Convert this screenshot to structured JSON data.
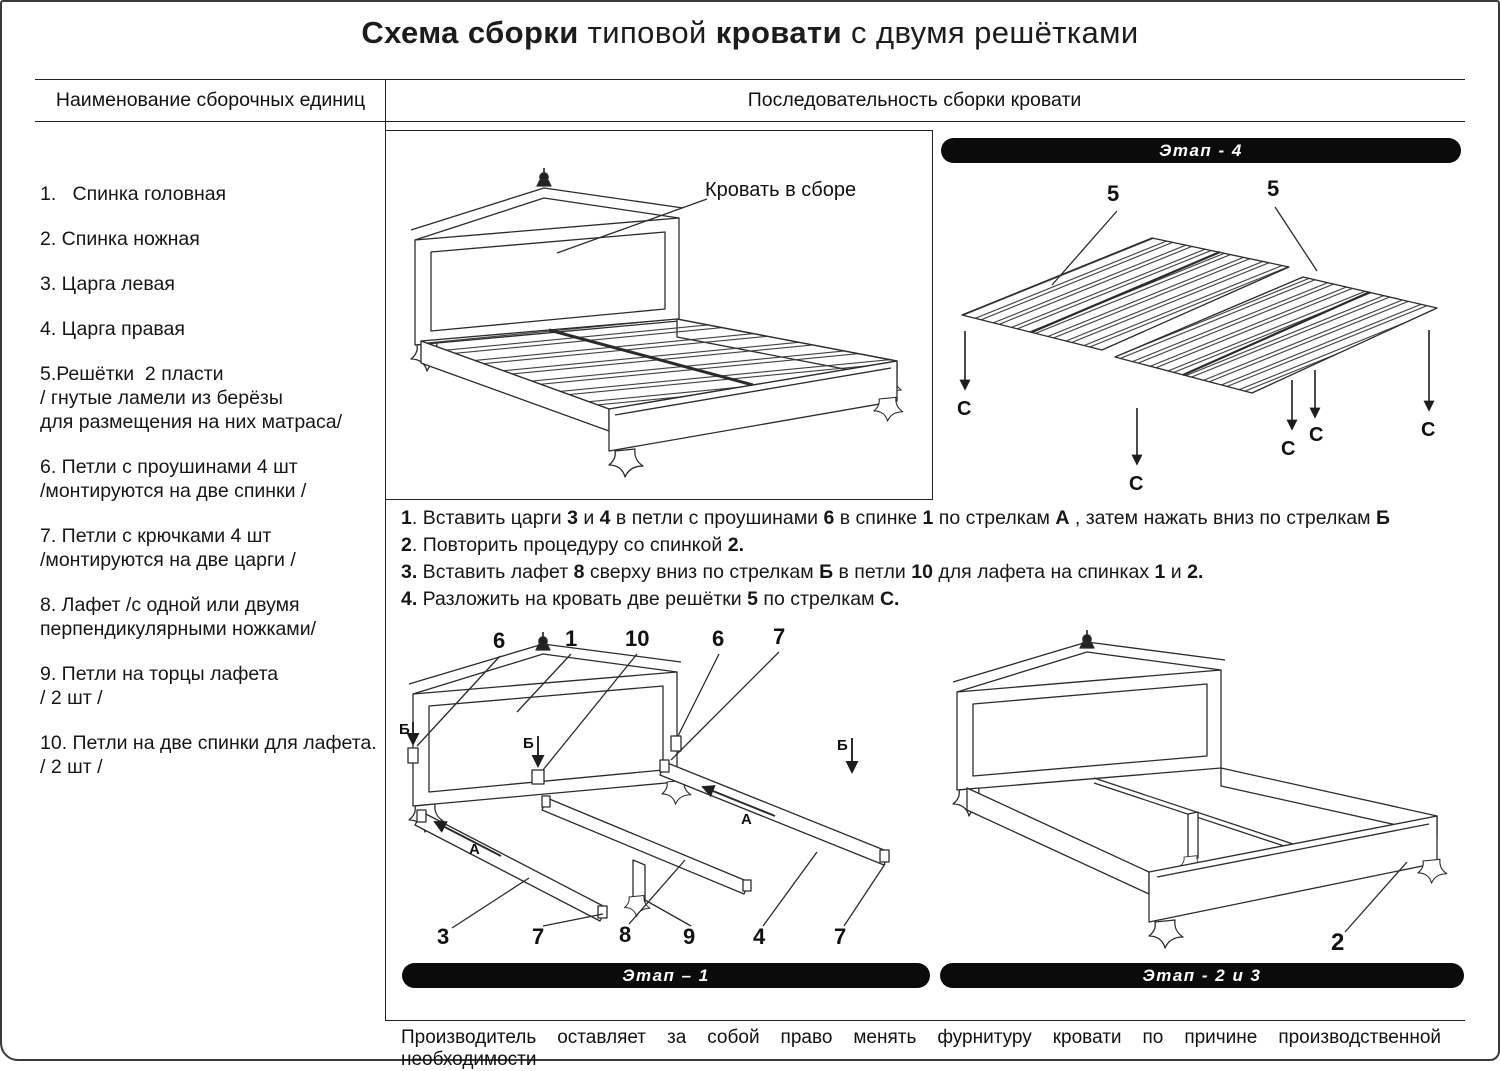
{
  "title": {
    "bold1": "Схема сборки",
    "reg1": " типовой ",
    "bold2": "кровати",
    "reg2": " с двумя решётками"
  },
  "columns": {
    "left_header": "Наименование  сборочных единиц",
    "right_header": "Последовательность сборки кровати"
  },
  "parts": [
    "1.   Спинка головная",
    "2. Спинка ножная",
    "3. Царга левая",
    "4. Царга правая",
    "5.Решётки  2 пласти\n/ гнутые ламели из берёзы\nдля размещения на них матраса/",
    "6. Петли с проушинами 4 шт\n/монтируются на две спинки /",
    "7. Петли с крючками 4 шт\n/монтируются на две царги /",
    "8. Лафет /с одной или двумя\nперпендикулярными ножками/",
    "9. Петли на торцы лафета\n/ 2 шт /",
    "10. Петли на две спинки для лафета.\n/ 2 шт /"
  ],
  "assembled": {
    "caption": "Кровать в сборе"
  },
  "stages": {
    "stage4": "Этап -  4",
    "stage1": "Этап – 1",
    "stage23": "Этап -  2 и 3"
  },
  "steps": [
    [
      {
        "b": true,
        "t": "1"
      },
      {
        "t": ". Вставить царги "
      },
      {
        "b": true,
        "t": "3"
      },
      {
        "t": " и "
      },
      {
        "b": true,
        "t": "4"
      },
      {
        "t": " в петли с проушинами "
      },
      {
        "b": true,
        "t": "6"
      },
      {
        "t": " в спинке "
      },
      {
        "b": true,
        "t": "1"
      },
      {
        "t": " по стрелкам "
      },
      {
        "b": true,
        "t": "А"
      },
      {
        "t": " , затем нажать вниз по стрелкам "
      },
      {
        "b": true,
        "t": "Б"
      }
    ],
    [
      {
        "b": true,
        "t": "2"
      },
      {
        "t": ". Повторить процедуру со спинкой "
      },
      {
        "b": true,
        "t": "2."
      }
    ],
    [
      {
        "b": true,
        "t": "3."
      },
      {
        "t": " Вставить лафет "
      },
      {
        "b": true,
        "t": "8"
      },
      {
        "t": " сверху вниз по стрелкам "
      },
      {
        "b": true,
        "t": "Б"
      },
      {
        "t": " в петли "
      },
      {
        "b": true,
        "t": "10"
      },
      {
        "t": " для лафета на спинках "
      },
      {
        "b": true,
        "t": "1"
      },
      {
        "t": " и "
      },
      {
        "b": true,
        "t": "2."
      }
    ],
    [
      {
        "b": true,
        "t": "4."
      },
      {
        "t": " Разложить на кровать две решётки "
      },
      {
        "b": true,
        "t": "5"
      },
      {
        "t": "  по стрелкам "
      },
      {
        "b": true,
        "t": "С."
      }
    ]
  ],
  "stage4": {
    "label5a": "5",
    "label5b": "5",
    "c": "С"
  },
  "stage1": {
    "top": [
      "6",
      "1",
      "10",
      "6",
      "7"
    ],
    "bottom": [
      "3",
      "7",
      "8",
      "9",
      "4",
      "7"
    ],
    "a": "А",
    "b": "Б"
  },
  "stage23": {
    "label2": "2"
  },
  "footer": "Производитель оставляет за собой право менять фурнитуру кровати по причине производственной необходимости"
}
